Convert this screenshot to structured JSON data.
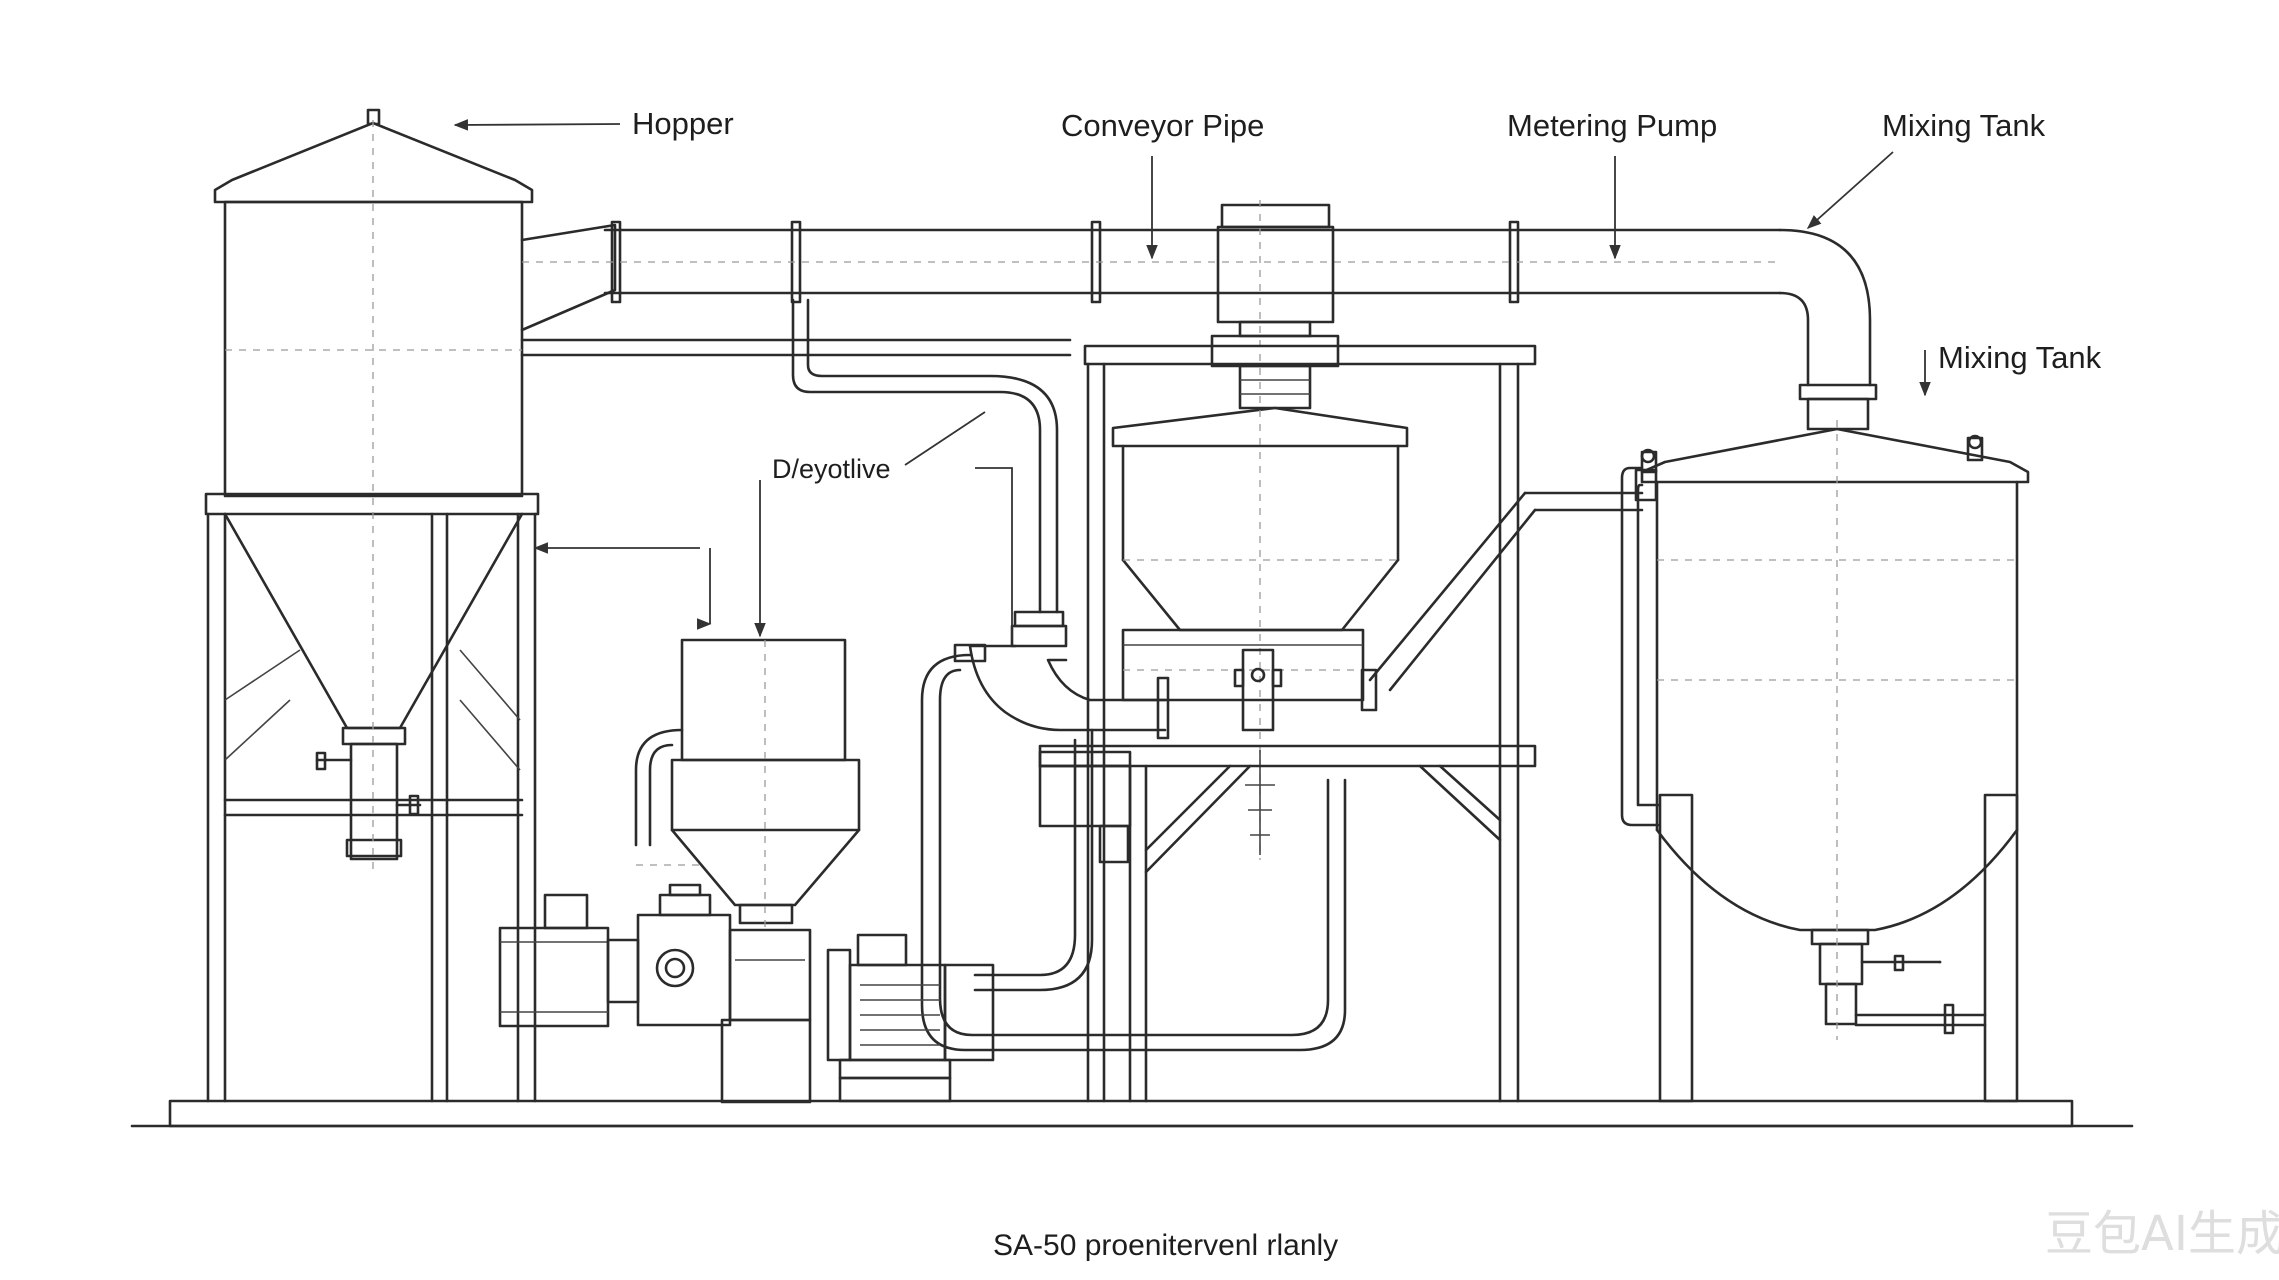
{
  "labels": {
    "hopper": "Hopper",
    "conveyor_pipe": "Conveyor Pipe",
    "metering_pump": "Metering Pump",
    "mixing_tank_top": "Mixing Tank",
    "mixing_tank_side": "Mixing Tank",
    "small_hopper": "D/eyotlive"
  },
  "caption": "SA-50 proenitervenl rlanly",
  "watermark": "豆包AI生成",
  "colors": {
    "line": "#2b2b2b",
    "background": "#ffffff",
    "guide_dashes": "#9a9a9a"
  }
}
